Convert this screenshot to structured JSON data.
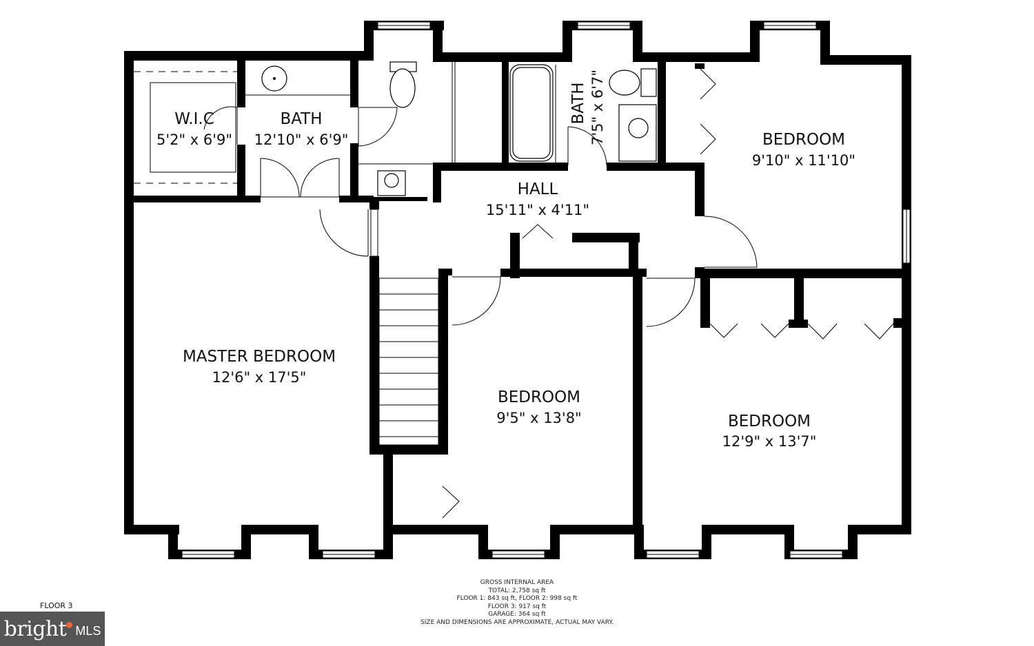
{
  "rooms": {
    "wic": {
      "name": "W.I.C",
      "dims": "5'2\" x 6'9\""
    },
    "bath_master": {
      "name": "BATH",
      "dims": "12'10\" x 6'9\""
    },
    "bath_hall": {
      "name": "BATH",
      "dims": "7'5\" x 6'7\""
    },
    "hall": {
      "name": "HALL",
      "dims": "15'11\" x 4'11\""
    },
    "bedroom_ne": {
      "name": "BEDROOM",
      "dims": "9'10\" x 11'10\""
    },
    "master": {
      "name": "MASTER BEDROOM",
      "dims": "12'6\" x 17'5\""
    },
    "bedroom_mid": {
      "name": "BEDROOM",
      "dims": "9'5\" x 13'8\""
    },
    "bedroom_se": {
      "name": "BEDROOM",
      "dims": "12'9\" x 13'7\""
    }
  },
  "area": {
    "heading": "GROSS INTERNAL AREA",
    "total": "TOTAL: 2,758 sq ft",
    "floors12": "FLOOR 1: 843 sq ft, FLOOR 2: 998 sq ft",
    "floor3": "FLOOR 3: 917 sq ft",
    "garage": "GARAGE: 364 sq ft",
    "disclaimer": "SIZE AND DIMENSIONS ARE APPROXIMATE, ACTUAL MAY VARY."
  },
  "floor_label": "FLOOR 3",
  "brand": {
    "word": "bright",
    "suffix": "MLS",
    "dot_color": "#e8643a",
    "bg_color": "#555555"
  }
}
